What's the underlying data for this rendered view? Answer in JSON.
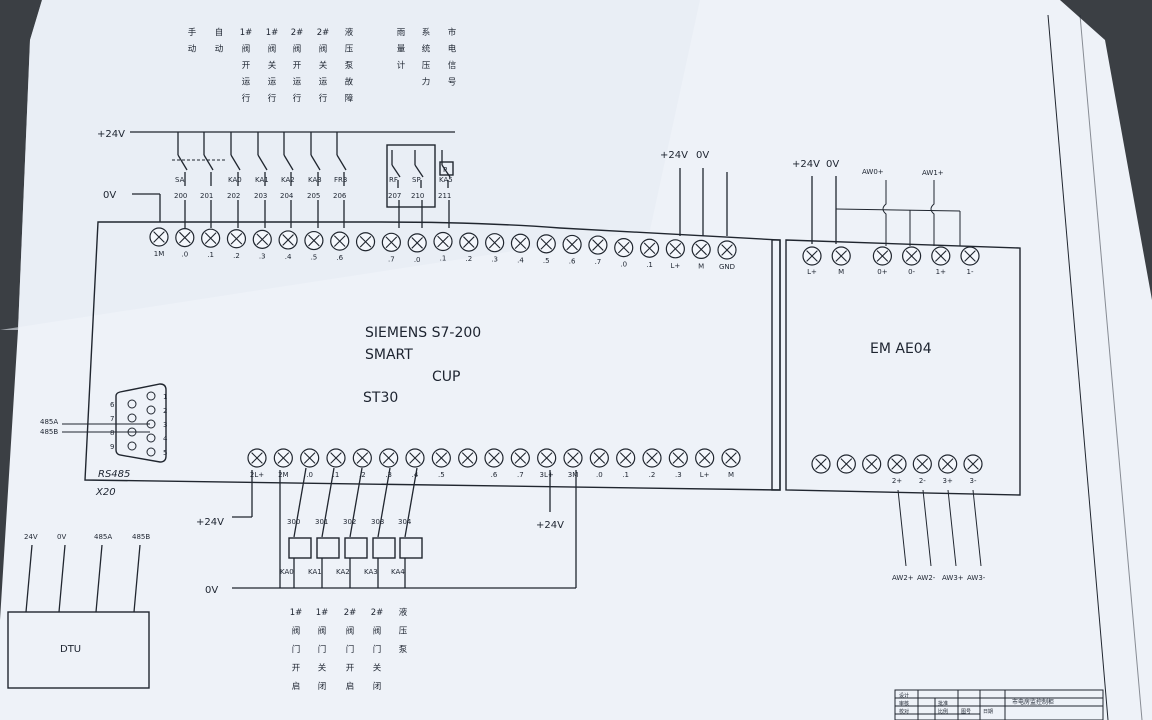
{
  "top_labels": {
    "cols": [
      {
        "chars": [
          "手",
          "动"
        ]
      },
      {
        "chars": [
          "自",
          "动"
        ]
      },
      {
        "chars": [
          "1#",
          "阀",
          "开",
          "运",
          "行"
        ]
      },
      {
        "chars": [
          "1#",
          "阀",
          "关",
          "运",
          "行"
        ]
      },
      {
        "chars": [
          "2#",
          "阀",
          "开",
          "运",
          "行"
        ]
      },
      {
        "chars": [
          "2#",
          "阀",
          "关",
          "运",
          "行"
        ]
      },
      {
        "chars": [
          "液",
          "压",
          "泵",
          "故",
          "障"
        ]
      },
      {
        "chars": [
          "雨",
          "量",
          "计"
        ]
      },
      {
        "chars": [
          "系",
          "统",
          "压",
          "力"
        ]
      },
      {
        "chars": [
          "市",
          "电",
          "信",
          "号"
        ]
      }
    ]
  },
  "supply": {
    "p24_top": "+24V",
    "zero_v": "0V",
    "p24_a": "+24V",
    "zero_a": "0V",
    "p24_b": "+24V",
    "zero_b": "0V",
    "p24_out": "+24V",
    "zero_out": "0V",
    "p24_right": "+24V"
  },
  "input_devices": [
    {
      "name": "SA",
      "wire": "200"
    },
    {
      "name": "",
      "wire": "201"
    },
    {
      "name": "KA0",
      "wire": "202"
    },
    {
      "name": "KA1",
      "wire": "203"
    },
    {
      "name": "KA2",
      "wire": "204"
    },
    {
      "name": "KA3",
      "wire": "205"
    },
    {
      "name": "FR3",
      "wire": "206"
    },
    {
      "name": "RF",
      "wire": "207"
    },
    {
      "name": "SP",
      "wire": "210"
    },
    {
      "name": "KA5",
      "wire": "211"
    }
  ],
  "p_symbol": "P",
  "plc": {
    "line1": "SIEMENS  S7-200",
    "line2": "SMART",
    "line3": "CUP",
    "line4": "ST30",
    "top_terms": [
      "1M",
      ".0",
      ".1",
      ".2",
      ".3",
      ".4",
      ".5",
      ".6",
      "",
      ".7",
      ".0",
      ".1",
      ".2",
      ".3",
      ".4",
      ".5",
      ".6",
      ".7",
      ".0",
      ".1",
      "L+",
      "M",
      "GND"
    ],
    "bottom_terms": [
      "2L+",
      "2M",
      ".0",
      ".1",
      ".2",
      ".3",
      ".4",
      ".5",
      "",
      ".6",
      ".7",
      "3L+",
      "3M",
      ".0",
      ".1",
      ".2",
      ".3",
      "L+",
      "M"
    ],
    "port": "RS485",
    "port_id": "X20",
    "pins_left": [
      "6",
      "7",
      "8",
      "9"
    ],
    "pins_right": [
      "1",
      "2",
      "3",
      "4",
      "5"
    ],
    "bus_a": "485A",
    "bus_b": "485B"
  },
  "em": {
    "title": "EM AE04",
    "top_terms": [
      "L+",
      "M",
      "0+",
      "0-",
      "1+",
      "1-"
    ],
    "aw_in": [
      "AW0+",
      "AW1+"
    ],
    "bottom_terms": [
      "",
      "",
      "",
      "2+",
      "2-",
      "3+",
      "3-"
    ],
    "outputs": [
      "AW2+",
      "AW2-",
      "AW3+",
      "AW3-"
    ]
  },
  "outputs": {
    "wires": [
      "300",
      "301",
      "302",
      "303",
      "304"
    ],
    "relays": [
      "KA0",
      "KA1",
      "KA2",
      "KA3",
      "KA4"
    ],
    "labels": [
      {
        "chars": [
          "1#",
          "阀",
          "门",
          "开",
          "启"
        ]
      },
      {
        "chars": [
          "1#",
          "阀",
          "门",
          "关",
          "闭"
        ]
      },
      {
        "chars": [
          "2#",
          "阀",
          "门",
          "开",
          "启"
        ]
      },
      {
        "chars": [
          "2#",
          "阀",
          "门",
          "关",
          "闭"
        ]
      },
      {
        "chars": [
          "液",
          "压",
          "泵"
        ]
      }
    ]
  },
  "dtu": {
    "title": "DTU",
    "pins": [
      "24V",
      "0V",
      "485A",
      "485B"
    ]
  },
  "title_block": {
    "name": "市电房监控制柜",
    "cells": [
      "设计",
      "审核",
      "校对",
      "批准",
      "比例",
      "图号",
      "日期"
    ]
  }
}
